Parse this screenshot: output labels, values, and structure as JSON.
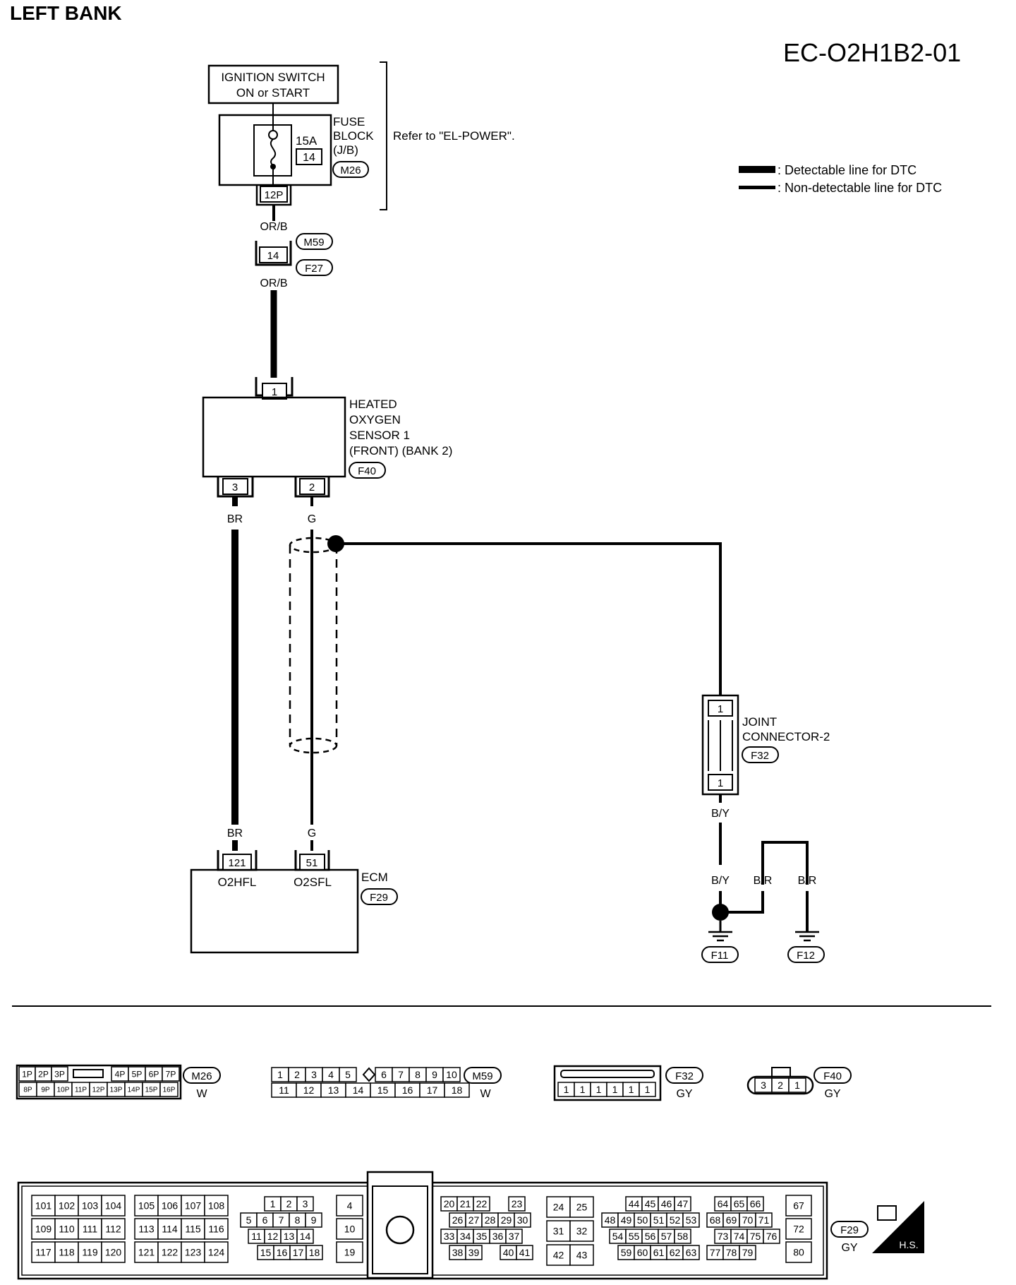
{
  "header": {
    "title": "LEFT BANK",
    "code": "EC-O2H1B2-01"
  },
  "legend": {
    "detectable": ": Detectable line for DTC",
    "non_detectable": ": Non-detectable line for DTC"
  },
  "ignition": {
    "line1": "IGNITION SWITCH",
    "line2": "ON or START"
  },
  "fuse_block": {
    "amp": "15A",
    "number": "14",
    "label1": "FUSE",
    "label2": "BLOCK",
    "label3": "(J/B)",
    "connector": "M26",
    "terminal": "12P",
    "refer": "Refer to \"EL-POWER\"."
  },
  "wire_orb": {
    "top": "OR/B",
    "bottom": "OR/B"
  },
  "junction_m59": {
    "pin": "14",
    "conn_a": "M59",
    "conn_b": "F27"
  },
  "sensor": {
    "label1": "HEATED",
    "label2": "OXYGEN",
    "label3": "SENSOR 1",
    "label4": "(FRONT) (BANK 2)",
    "connector": "F40",
    "pin1": "1",
    "pin3": "3",
    "pin2": "2"
  },
  "wires": {
    "br_top": "BR",
    "g_top": "G",
    "br_bottom": "BR",
    "g_bottom": "G"
  },
  "joint": {
    "pin_top": "1",
    "pin_bottom": "1",
    "label1": "JOINT",
    "label2": "CONNECTOR-2",
    "connector": "F32",
    "wire_below": "B/Y"
  },
  "ground": {
    "wire_by": "B/Y",
    "wire_br1": "B/R",
    "wire_br2": "B/R",
    "conn_a": "F11",
    "conn_b": "F12"
  },
  "ecm": {
    "pin_a": "121",
    "pin_b": "51",
    "label_a": "O2HFL",
    "label_b": "O2SFL",
    "name": "ECM",
    "connector": "F29"
  },
  "connectors": {
    "m26": {
      "id": "M26",
      "color": "W",
      "top_left": [
        "1P",
        "2P",
        "3P"
      ],
      "top_right": [
        "4P",
        "5P",
        "6P",
        "7P"
      ],
      "bottom": [
        "8P",
        "9P",
        "10P",
        "11P",
        "12P",
        "13P",
        "14P",
        "15P",
        "16P"
      ]
    },
    "m59": {
      "id": "M59",
      "color": "W",
      "top_left": [
        "1",
        "2",
        "3",
        "4",
        "5"
      ],
      "top_right": [
        "6",
        "7",
        "8",
        "9",
        "10"
      ],
      "bottom": [
        "11",
        "12",
        "13",
        "14",
        "15",
        "16",
        "17",
        "18"
      ]
    },
    "f32": {
      "id": "F32",
      "color": "GY",
      "pins": [
        "1",
        "1",
        "1",
        "1",
        "1",
        "1"
      ]
    },
    "f40": {
      "id": "F40",
      "color": "GY",
      "pins": [
        "3",
        "2",
        "1"
      ]
    },
    "f29": {
      "id": "F29",
      "color": "GY",
      "group1": [
        [
          "101",
          "102",
          "103",
          "104"
        ],
        [
          "109",
          "110",
          "111",
          "112"
        ],
        [
          "117",
          "118",
          "119",
          "120"
        ]
      ],
      "group2": [
        [
          "105",
          "106",
          "107",
          "108"
        ],
        [
          "113",
          "114",
          "115",
          "116"
        ],
        [
          "121",
          "122",
          "123",
          "124"
        ]
      ],
      "group3": [
        [
          "1",
          "2",
          "3"
        ],
        [
          "5",
          "6",
          "7",
          "8",
          "9"
        ],
        [
          "11",
          "12",
          "13",
          "14"
        ],
        [
          "15",
          "16",
          "17",
          "18"
        ]
      ],
      "group4": [
        "4",
        "10",
        "19"
      ],
      "group5": [
        [
          "20",
          "21",
          "22",
          "23"
        ],
        [
          "26",
          "27",
          "28",
          "29",
          "30"
        ],
        [
          "33",
          "34",
          "35",
          "36",
          "37"
        ],
        [
          "38",
          "39",
          "40",
          "41"
        ]
      ],
      "group6": [
        [
          "24",
          "25"
        ],
        [
          "31",
          "32"
        ],
        [
          "42",
          "43"
        ]
      ],
      "group7": [
        [
          "44",
          "45",
          "46",
          "47",
          "64",
          "65",
          "66"
        ],
        [
          "48",
          "49",
          "50",
          "51",
          "52",
          "53",
          "68",
          "69",
          "70",
          "71"
        ],
        [
          "54",
          "55",
          "56",
          "57",
          "58",
          "73",
          "74",
          "75",
          "76"
        ],
        [
          "59",
          "60",
          "61",
          "62",
          "63",
          "77",
          "78",
          "79"
        ]
      ],
      "group8": [
        "67",
        "72",
        "80"
      ],
      "hs": "H.S."
    }
  }
}
